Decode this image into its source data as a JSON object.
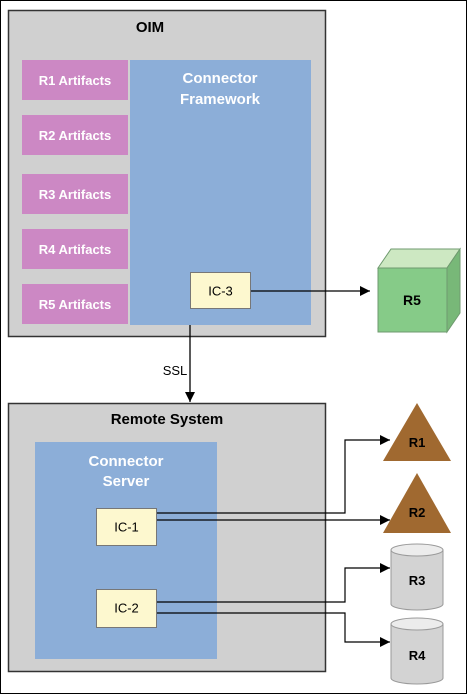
{
  "oim": {
    "title": "OIM",
    "artifacts": [
      "R1 Artifacts",
      "R2 Artifacts",
      "R3 Artifacts",
      "R4 Artifacts",
      "R5 Artifacts"
    ],
    "framework_line1": "Connector",
    "framework_line2": "Framework",
    "ic3": "IC-3"
  },
  "link_label": "SSL",
  "remote": {
    "title": "Remote System",
    "server_line1": "Connector",
    "server_line2": "Server",
    "ic1": "IC-1",
    "ic2": "IC-2"
  },
  "targets": {
    "r5": "R5",
    "r1": "R1",
    "r2": "R2",
    "r3": "R3",
    "r4": "R4"
  },
  "colors": {
    "panel_gray": "#d0d0d0",
    "framework_blue": "#8caed8",
    "artifact_pink": "#cc88c4",
    "ic_yellow": "#fdf8cf",
    "cube_green": "#86cb88",
    "triangle_brown": "#a06930",
    "cylinder_gray": "#d3d3d3"
  }
}
